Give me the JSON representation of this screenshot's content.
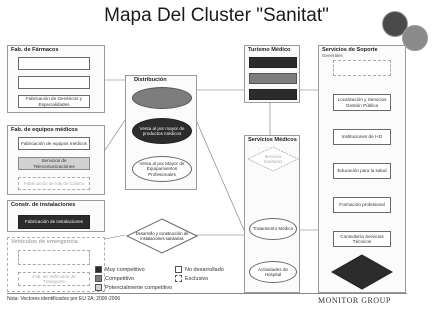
{
  "title": "Mapa Del Cluster \"Sanitat\"",
  "logos": [
    {
      "text": ""
    },
    {
      "text": ""
    }
  ],
  "groups": {
    "fab_farmacos": {
      "title": "Fab. de Fármacos",
      "boxes": [
        "",
        "",
        "Fabricación de Genéricos y Especialidades"
      ]
    },
    "fab_equipos": {
      "title": "Fab. de equipos médicos",
      "boxes": [
        "Fabricación de equipos médicos",
        "Servicios de Telecomunicaciones",
        "Fabricación de kits de Cánico"
      ]
    },
    "construccion": {
      "title": "Constr. de instalaciones",
      "subtitle": "",
      "boxes": [
        "Fabricación de instalaciones"
      ]
    },
    "vehiculos": {
      "title": "Vehículos de emergencia",
      "boxes": [
        "",
        "Fab. de Vehículos de Transporte"
      ]
    },
    "distribucion": {
      "title": "Distribución",
      "nodes": [
        "",
        "Venta al por mayor de productos médicos",
        "Venta al por Mayor de Equipamientos Profesionales"
      ]
    },
    "desarrollo": {
      "text": "Desarrollo y construcción de instalaciones sanitarias"
    },
    "turismo": {
      "title": "Turismo Médico",
      "boxes": [
        "",
        "",
        ""
      ]
    },
    "servicios_medicos": {
      "title": "Servicios Médicos",
      "nodes": [
        "Servicios Sanitarios",
        "Tratamiento Médico",
        "Actividades de Hospital"
      ]
    },
    "servicios_soporte": {
      "title": "Servicios de Soporte",
      "subtitle": "Generales",
      "boxes": [
        "",
        "Localización y Servicios Gestión Pública",
        "Instituciones de I+D",
        "Educación para la salud",
        "Formación profesional",
        "Consultoría Servicios Técnicos",
        ""
      ]
    }
  },
  "legend": [
    {
      "label": "Muy competitivo",
      "color": "#2c2c2c"
    },
    {
      "label": "Competitivo",
      "color": "#7d7d7d"
    },
    {
      "label": "Potencialmente competitivo",
      "color": "#d2d2d2"
    },
    {
      "label": "No desarrollado",
      "color": "#ffffff"
    },
    {
      "label": "Exclusivo",
      "color": "#ffffff"
    }
  ],
  "note": "Nota: Vectores identificados por EU 2A, 2000-2006",
  "brand": "MONITOR GROUP",
  "colors": {
    "very_competitive": "#2c2c2c",
    "competitive": "#7d7d7d",
    "potential": "#d2d2d2",
    "undeveloped": "#ffffff",
    "border": "#6a6a6a"
  }
}
